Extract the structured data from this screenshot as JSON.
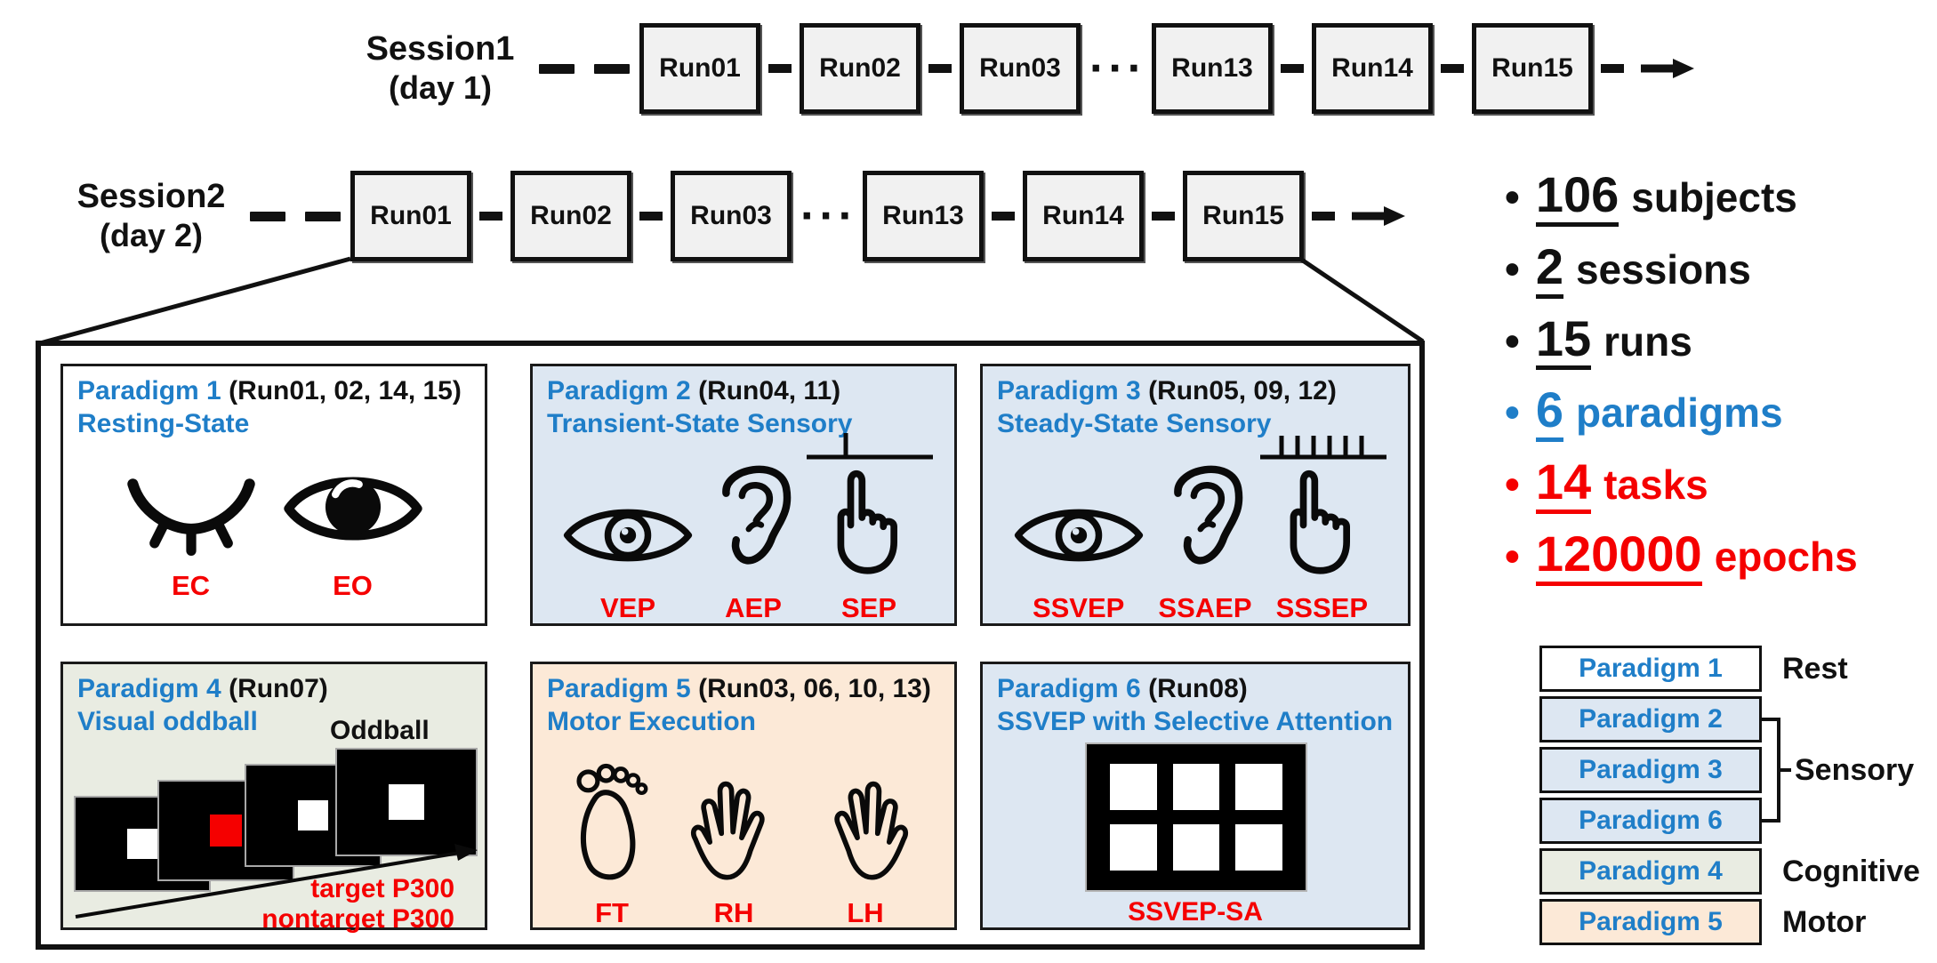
{
  "ui": {
    "bullet": "•"
  },
  "colors": {
    "accent_blue": "#1f7ec8",
    "accent_red": "#f50000",
    "sensory_bg": "#dde7f2",
    "cognitive_bg": "#e9ece2",
    "motor_bg": "#fce9d7",
    "runbox_bg": "#f1f1f1"
  },
  "session1": {
    "label_line1": "Session1",
    "label_line2": "(day 1)",
    "runs": [
      "Run01",
      "Run02",
      "Run03",
      "Run13",
      "Run14",
      "Run15"
    ],
    "ellipsis": "···"
  },
  "session2": {
    "label_line1": "Session2",
    "label_line2": "(day 2)",
    "runs": [
      "Run01",
      "Run02",
      "Run03",
      "Run13",
      "Run14",
      "Run15"
    ],
    "ellipsis": "···"
  },
  "paradigms": [
    {
      "title": "Paradigm 1",
      "runs": "(Run01, 02, 14, 15)",
      "subtitle": "Resting-State",
      "items": [
        {
          "icon": "closed-eye",
          "label": "EC"
        },
        {
          "icon": "open-eye",
          "label": "EO"
        }
      ]
    },
    {
      "title": "Paradigm 2",
      "runs": "(Run04, 11)",
      "subtitle": "Transient-State Sensory",
      "items": [
        {
          "icon": "eye-outline",
          "label": "VEP"
        },
        {
          "icon": "ear",
          "label": "AEP"
        },
        {
          "icon": "pointing-hand",
          "label": "SEP"
        }
      ],
      "pulse": "single"
    },
    {
      "title": "Paradigm 3",
      "runs": "(Run05, 09, 12)",
      "subtitle": "Steady-State Sensory",
      "items": [
        {
          "icon": "eye-outline",
          "label": "SSVEP"
        },
        {
          "icon": "ear",
          "label": "SSAEP"
        },
        {
          "icon": "pointing-hand",
          "label": "SSSEP"
        }
      ],
      "pulse": "train"
    },
    {
      "title": "Paradigm 4",
      "runs": "(Run07)",
      "subtitle": "Visual oddball",
      "oddball_label": "Oddball",
      "target_label": "target P300",
      "nontarget_label": "nontarget P300"
    },
    {
      "title": "Paradigm 5",
      "runs": "(Run03, 06, 10, 13)",
      "subtitle": "Motor Execution",
      "items": [
        {
          "icon": "foot",
          "label": "FT"
        },
        {
          "icon": "open-hand",
          "label": "RH"
        },
        {
          "icon": "open-hand-mirrored",
          "label": "LH"
        }
      ]
    },
    {
      "title": "Paradigm 6",
      "runs": "(Run08)",
      "subtitle": "SSVEP with Selective Attention",
      "items": [
        {
          "icon": "ssvep-grid",
          "label": "SSVEP-SA"
        }
      ]
    }
  ],
  "stats": [
    {
      "number": "106",
      "text": "subjects",
      "color": "black"
    },
    {
      "number": "2",
      "text": "sessions",
      "color": "black"
    },
    {
      "number": "15",
      "text": "runs",
      "color": "black"
    },
    {
      "number": "6",
      "text": "paradigms",
      "color": "blue"
    },
    {
      "number": "14",
      "text": "tasks",
      "color": "red"
    },
    {
      "number": "120000",
      "text": "epochs",
      "color": "red"
    }
  ],
  "legend": {
    "boxes": [
      {
        "label": "Paradigm 1",
        "category": "rest"
      },
      {
        "label": "Paradigm 2",
        "category": "sensory"
      },
      {
        "label": "Paradigm 3",
        "category": "sensory"
      },
      {
        "label": "Paradigm 6",
        "category": "sensory"
      },
      {
        "label": "Paradigm 4",
        "category": "cognitive"
      },
      {
        "label": "Paradigm 5",
        "category": "motor"
      }
    ],
    "categories": {
      "rest": "Rest",
      "sensory": "Sensory",
      "cognitive": "Cognitive",
      "motor": "Motor"
    }
  }
}
